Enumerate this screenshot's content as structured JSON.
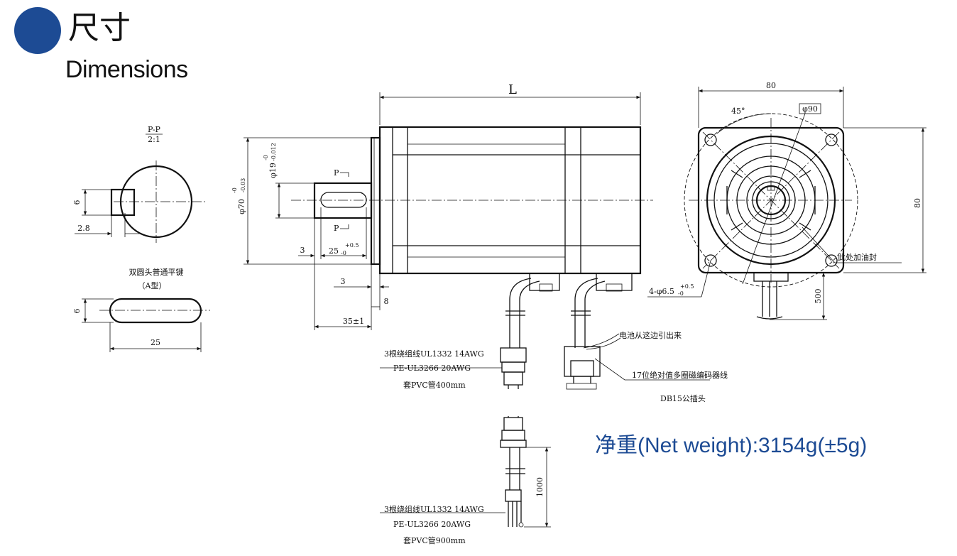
{
  "header": {
    "title_cn": "尺寸",
    "title_en": "Dimensions"
  },
  "section_pp": {
    "label_top": "P-P",
    "label_scale": "2:1",
    "dim_6": "6",
    "dim_2_8": "2.8"
  },
  "key": {
    "caption_1": "双圆头普通平键",
    "caption_2": "（A型）",
    "dim_6": "6",
    "dim_25": "25"
  },
  "side_view": {
    "dim_L": "L",
    "dim_phi70": "φ70",
    "dim_phi70_tol_upper": "-0",
    "dim_phi70_tol_lower": "-0.03",
    "dim_phi19": "φ19",
    "dim_phi19_tol_upper": "-0",
    "dim_phi19_tol_lower": "-0.012",
    "section_mark_top": "P",
    "section_mark_bottom": "P",
    "dim_3_a": "3",
    "dim_25": "25",
    "dim_25_tol_upper": "+0.5",
    "dim_25_tol_lower": "-0",
    "dim_3_b": "3",
    "dim_8": "8",
    "dim_35": "35±1"
  },
  "front_view": {
    "dim_80_top": "80",
    "dim_80_right": "80",
    "dim_45": "45°",
    "dim_phi90": "φ90",
    "oil_seal": "此处加油封",
    "dim_holes": "4-φ6.5",
    "dim_holes_tol_upper": "+0.5",
    "dim_holes_tol_lower": "-0",
    "dim_500": "500"
  },
  "cables": {
    "power_line1": "3根绕组线UL1332 14AWG",
    "power_line2": "PE-UL3266 20AWG",
    "power_line3": "套PVC管400mm",
    "battery": "电池从这边引出来",
    "encoder": "17位绝对值多圈磁编码器线",
    "db15": "DB15公插头",
    "lower_line1": "3根绕组线UL1332 14AWG",
    "lower_line2": "PE-UL3266 20AWG",
    "lower_line3": "套PVC管900mm",
    "dim_1000": "1000"
  },
  "weight": "净重(Net weight):3154g(±5g)"
}
